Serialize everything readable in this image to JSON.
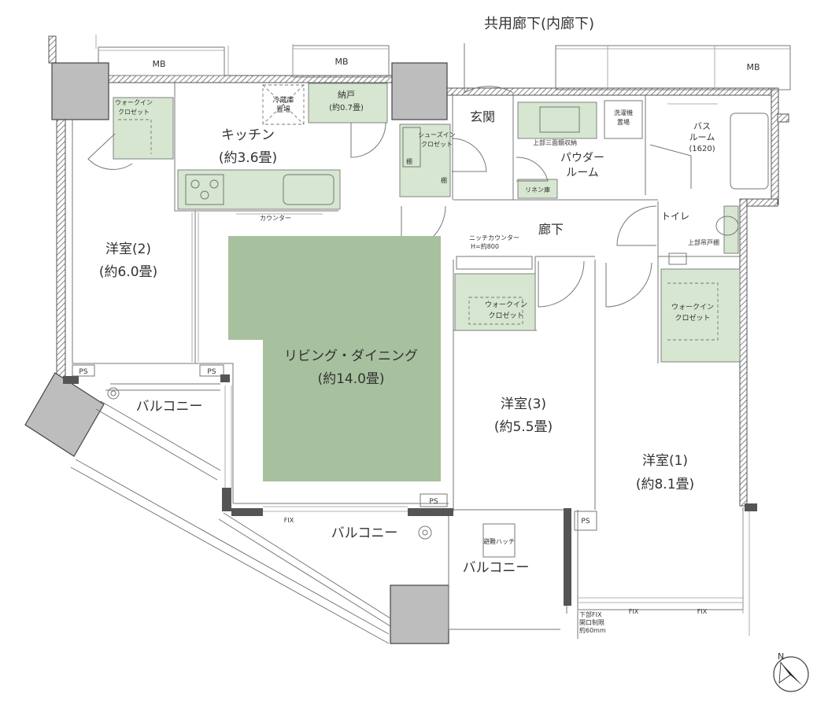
{
  "corridor_label": "共用廊下(内廊下)",
  "rooms": {
    "kitchen": "キッチン",
    "kitchen_size": "(約3.6畳)",
    "living": "リビング・ダイニング",
    "living_size": "(約14.0畳)",
    "western2": "洋室(2)",
    "western2_size": "(約6.0畳)",
    "western3": "洋室(3)",
    "western3_size": "(約5.5畳)",
    "western1": "洋室(1)",
    "western1_size": "(約8.1畳)",
    "entrance": "玄関",
    "hallway": "廊下",
    "powder_line1": "パウダー",
    "powder_line2": "ルーム",
    "bath_line1": "バス",
    "bath_line2": "ルーム",
    "bath_size": "(1620)",
    "toilet": "トイレ"
  },
  "labels": {
    "mb_left": "MB",
    "mb_center": "MB",
    "mb_right": "MB",
    "fridge_line1": "冷蔵庫",
    "fridge_line2": "置場",
    "storage_line1": "納戸",
    "storage_line2": "(約0.7畳)",
    "counter": "カウンター",
    "wic_small_line1": "ウォークイン",
    "wic_small_line2": "クロゼット",
    "shoe_closet_line1": "シューズイン",
    "shoe_closet_line2": "クロゼット",
    "shelf_a": "棚",
    "shelf_b": "棚",
    "washer_line1": "洗濯機",
    "washer_line2": "置場",
    "upper_storage": "上部三面鏡収納",
    "linen": "リネン庫",
    "upper_cabinet": "上部吊戸棚",
    "niche_line1": "ニッチカウンター",
    "niche_line2": "H=約800",
    "wic3_line1": "ウォークイン",
    "wic3_line2": "クロゼット",
    "wic1_line1": "ウォークイン",
    "wic1_line2": "クロゼット",
    "ps_a": "PS",
    "ps_b": "PS",
    "ps_c": "PS",
    "ps_d": "PS",
    "balcony_left": "バルコニー",
    "balcony_center": "バルコニー",
    "balcony_right": "バルコニー",
    "fix_a": "FIX",
    "fix_b": "FIX",
    "fix_c": "FIX",
    "hatch": "避難ハッチ",
    "lower_fix_line1": "下部FIX",
    "lower_fix_line2": "開口制限",
    "lower_fix_line3": "約60mm",
    "north": "N"
  },
  "colors": {
    "living_fill": "#a7c09e",
    "closet_fill": "#d6e6d0",
    "column_fill": "#bdbdbd",
    "wall_hatch": "#555555"
  }
}
